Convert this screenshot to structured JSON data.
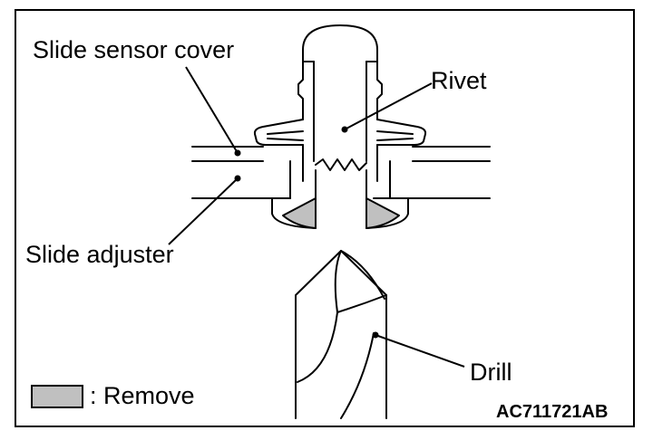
{
  "labels": {
    "slide_sensor_cover": "Slide sensor cover",
    "rivet": "Rivet",
    "slide_adjuster": "Slide adjuster",
    "drill": "Drill"
  },
  "legend": {
    "text": ": Remove",
    "color": "#c0c0c0"
  },
  "figure_code": "AC711721AB",
  "colors": {
    "line": "#000000",
    "removed_fill": "#c0c0c0",
    "background": "#ffffff"
  }
}
